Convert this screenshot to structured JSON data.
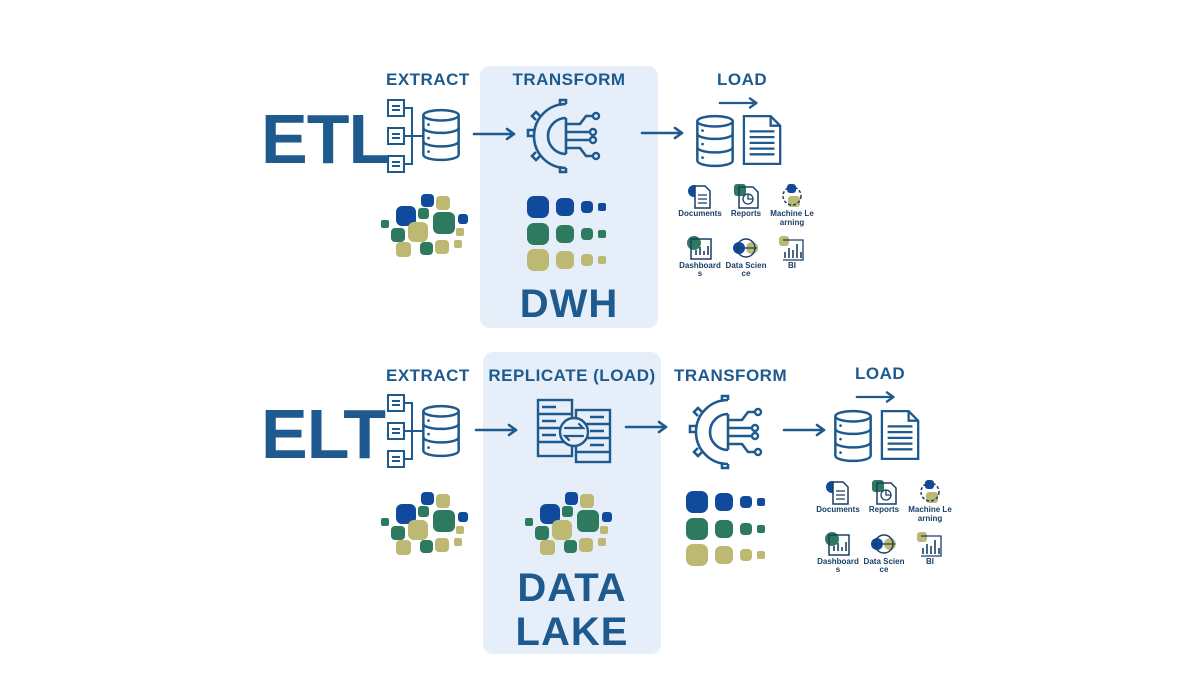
{
  "etl": {
    "title": "ETL",
    "steps": [
      "EXTRACT",
      "TRANSFORM",
      "LOAD"
    ],
    "store": "DWH",
    "uses": [
      "Documents",
      "Reports",
      "Machine Learning",
      "Dashboards",
      "Data Science",
      "BI"
    ]
  },
  "elt": {
    "title": "ELT",
    "steps": [
      "EXTRACT",
      "REPLICATE (LOAD)",
      "TRANSFORM",
      "LOAD"
    ],
    "store_line1": "DATA",
    "store_line2": "LAKE",
    "uses": [
      "Documents",
      "Reports",
      "Machine Learning",
      "Dashboards",
      "Data Science",
      "BI"
    ]
  },
  "colors": {
    "navy": "#1e5a8e",
    "panel": "#e6eef9",
    "dot_blue": "#0f4a9c",
    "dot_green": "#2e7a5e",
    "dot_khaki": "#bdb872"
  },
  "icons": [
    "document-list-icon",
    "database-icon",
    "arrow-right-icon",
    "gear-circuit-icon",
    "document-icon",
    "server-sync-icon",
    "documents-icon",
    "reports-icon",
    "machine-learning-icon",
    "dashboards-icon",
    "data-science-icon",
    "bi-icon"
  ]
}
